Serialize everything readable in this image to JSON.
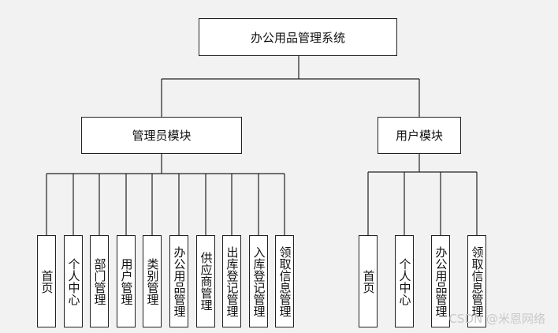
{
  "title": "办公用品管理系统",
  "groups": [
    {
      "name": "管理员模块",
      "children": [
        "首页",
        "个人中心",
        "部门管理",
        "用户管理",
        "类别管理",
        "办公用品管理",
        "供应商管理",
        "出库登记管理",
        "入库登记管理",
        "领取信息管理"
      ]
    },
    {
      "name": "用户模块",
      "children": [
        "首页",
        "个人中心",
        "办公用品管理",
        "领取信息管理"
      ]
    }
  ],
  "watermark": "CSDN @米恩网络",
  "colors": {
    "background": "#f2f2f2",
    "box": "#ffffff",
    "line": "#222222"
  }
}
